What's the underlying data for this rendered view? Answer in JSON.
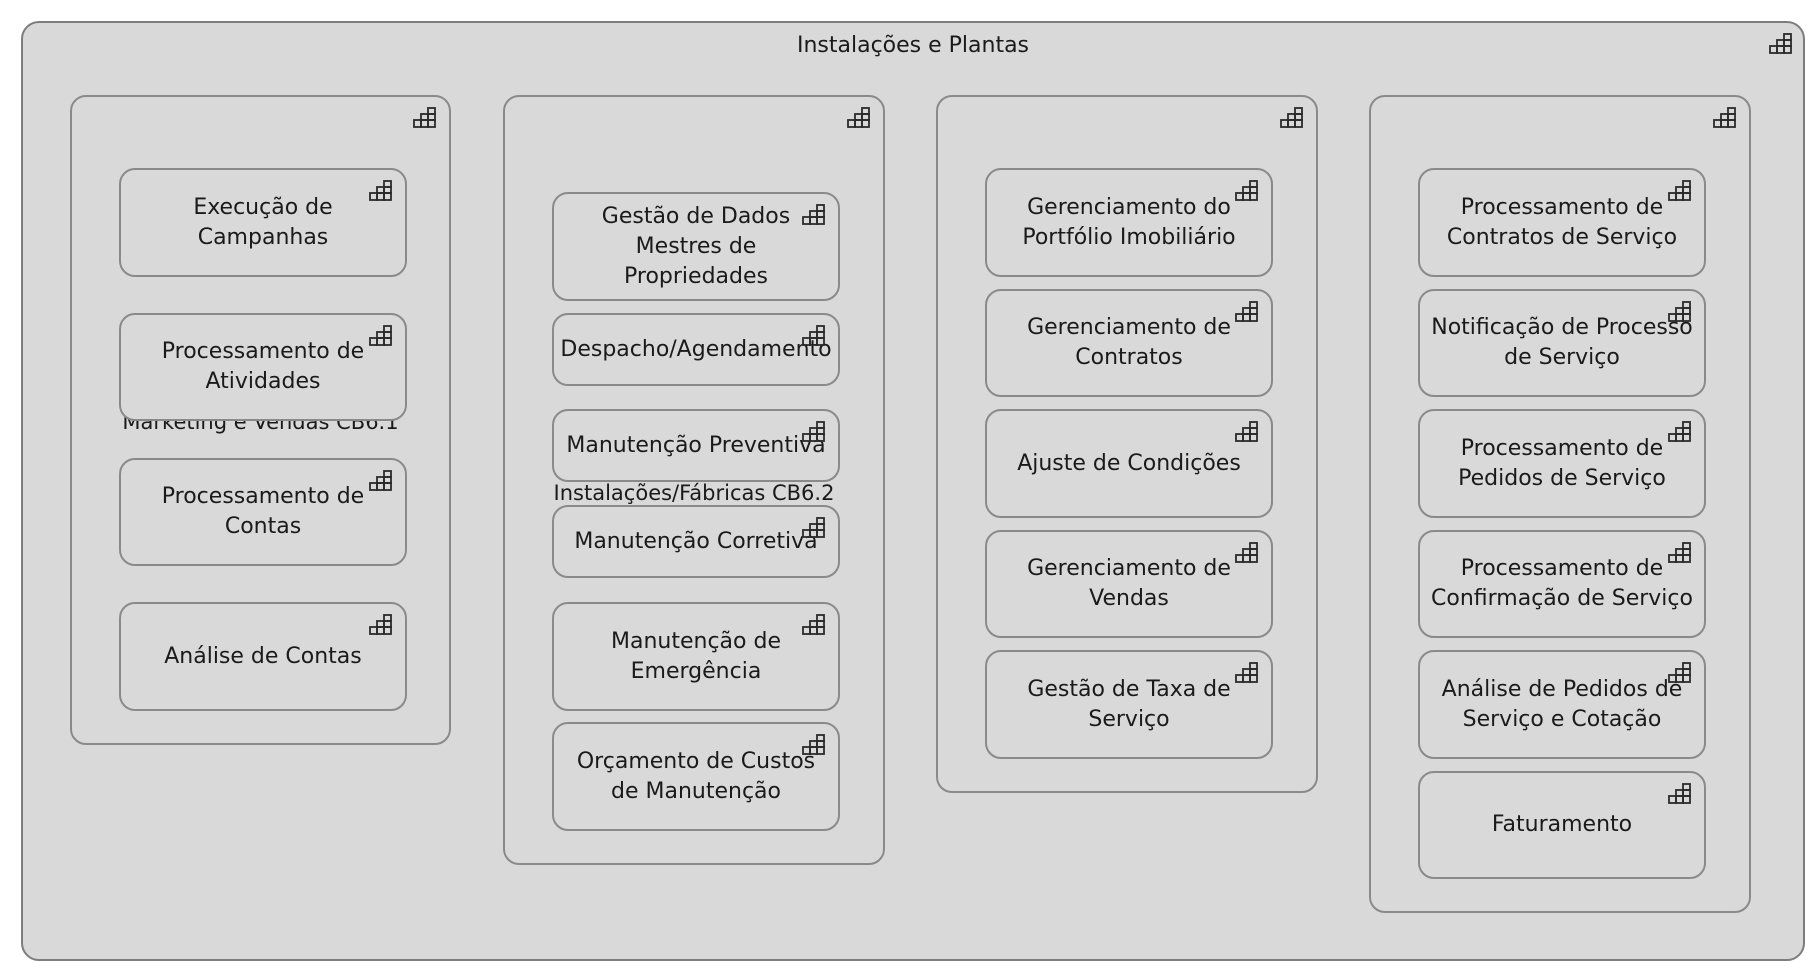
{
  "diagram": {
    "title": "Instalações e Plantas",
    "icon": "capability-icon",
    "colors": {
      "fill": "#d9d9d9",
      "border": "#8a8a8a",
      "text": "#1a1a1a"
    },
    "groups": [
      {
        "label": "Marketing e Vendas CB6.1",
        "items": [
          {
            "label": "Execução de Campanhas"
          },
          {
            "label": "Processamento de Atividades"
          },
          {
            "label": "Processamento de Contas"
          },
          {
            "label": "Análise de Contas"
          }
        ]
      },
      {
        "label": "Instalações/Fábricas CB6.2",
        "items": [
          {
            "label": "Gestão de Dados Mestres de Propriedades"
          },
          {
            "label": "Despacho/Agendamento"
          },
          {
            "label": "Manutenção Preventiva"
          },
          {
            "label": "Manutenção Corretiva"
          },
          {
            "label": "Manutenção de Emergência"
          },
          {
            "label": "Orçamento de Custos de Manutenção"
          }
        ]
      },
      {
        "label": "",
        "items": [
          {
            "label": "Gerenciamento do Portfólio Imobiliário"
          },
          {
            "label": "Gerenciamento de Contratos"
          },
          {
            "label": "Ajuste de Condições"
          },
          {
            "label": "Gerenciamento de Vendas"
          },
          {
            "label": "Gestão de Taxa de Serviço"
          }
        ]
      },
      {
        "label": "",
        "items": [
          {
            "label": "Processamento de Contratos de Serviço"
          },
          {
            "label": "Notificação de Processo de Serviço"
          },
          {
            "label": "Processamento de Pedidos de Serviço"
          },
          {
            "label": "Processamento de Confirmação de Serviço"
          },
          {
            "label": "Análise de Pedidos de Serviço e Cotação"
          },
          {
            "label": "Faturamento"
          }
        ]
      }
    ]
  }
}
